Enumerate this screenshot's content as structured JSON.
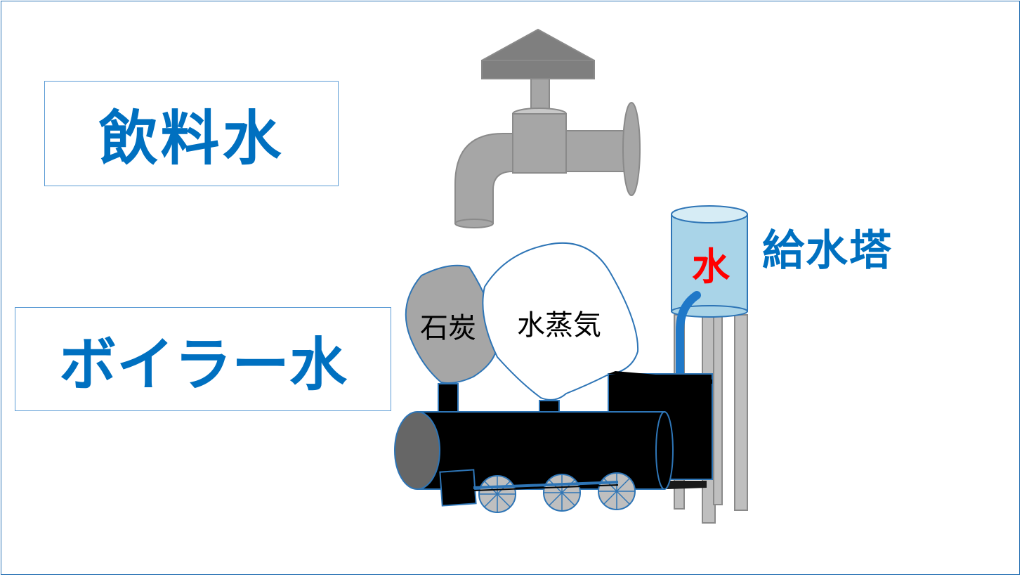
{
  "labels": {
    "drinking_water": "飲料水",
    "boiler_water": "ボイラー水",
    "water_tower": "給水塔",
    "tank_water": "水",
    "coal": "石炭",
    "steam": "水蒸気"
  },
  "colors": {
    "label_blue": "#0070c0",
    "box_border": "#5b9bd5",
    "frame_border": "#2e75b6",
    "tank_fill": "#a9d4e8",
    "faucet_gray": "#a6a6a6",
    "coal_gray": "#a6a6a6",
    "locomotive": "#000000",
    "tank_text_red": "#ff0000"
  },
  "icons": {
    "faucet": "faucet-icon",
    "locomotive": "steam-locomotive-icon",
    "tower": "water-tower-icon"
  }
}
